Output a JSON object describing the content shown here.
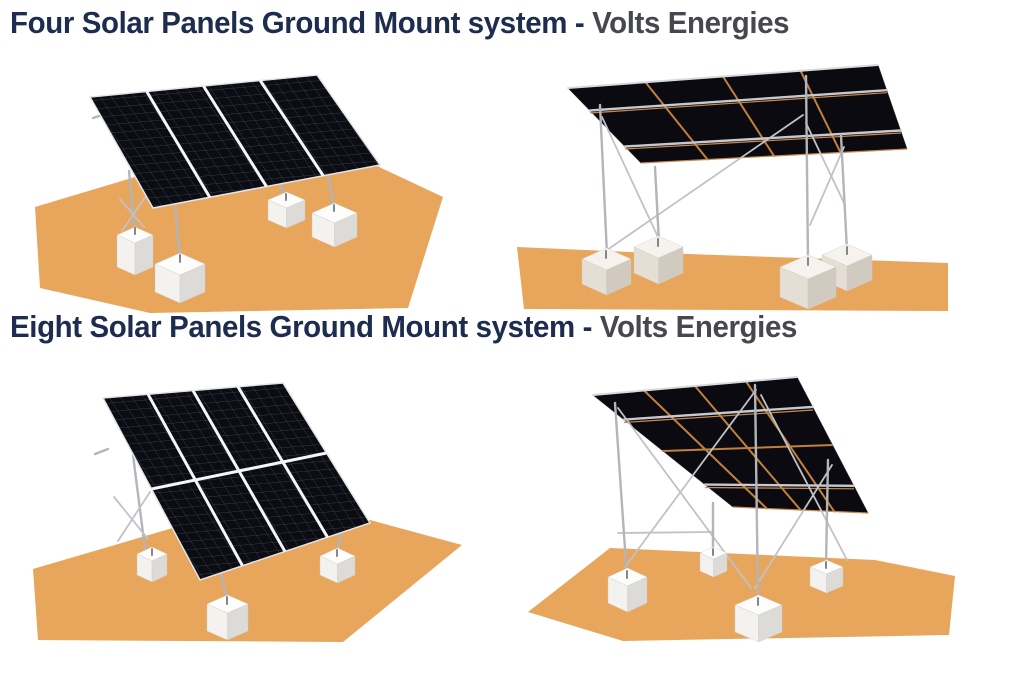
{
  "page": {
    "background_color": "#ffffff"
  },
  "headings": [
    {
      "main": "Four Solar Panels Ground Mount system",
      "separator": " - ",
      "brand": "Volts Energies"
    },
    {
      "main": "Eight Solar Panels Ground Mount system",
      "separator": " - ",
      "brand": "Volts Energies"
    }
  ],
  "colors": {
    "heading_main": "#1d2c4f",
    "heading_brand": "#47474f",
    "ground_sand": "#e8a55c",
    "panel_cell_dark": "#0c0d13",
    "panel_grid_line": "#3a3f4e",
    "panel_gap_white": "#f4f6f7",
    "frame_silver": "#c9cbcf",
    "copper_rail": "#c0803f",
    "footing_top": "#fdfdfc",
    "footing_front": "#f3f2ef",
    "footing_side": "#dcdbd7"
  },
  "figures": [
    {
      "name": "four-panel-front-view-render"
    },
    {
      "name": "four-panel-rear-view-render"
    },
    {
      "name": "eight-panel-front-view-render"
    },
    {
      "name": "eight-panel-rear-view-render"
    }
  ]
}
